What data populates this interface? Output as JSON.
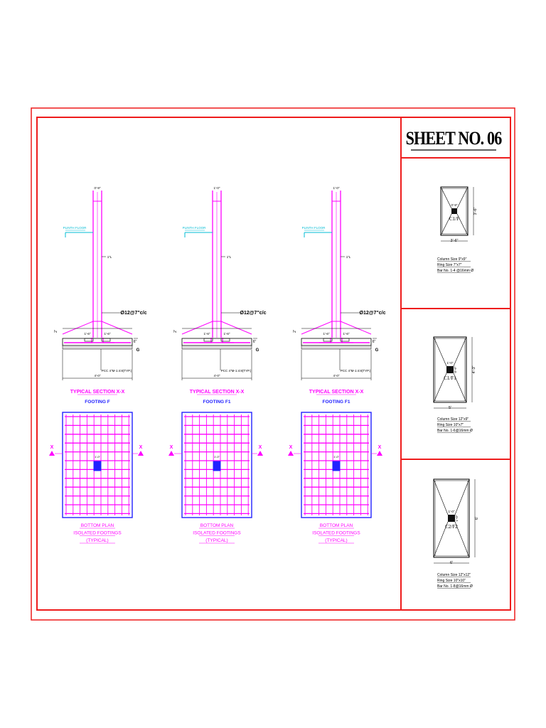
{
  "sheet": {
    "title": "SHEET NO. 06"
  },
  "footings": [
    {
      "id": "F",
      "floor_label": "PLINTH FLOOR",
      "col_top": "0'-9\"",
      "slope_note": "1\"L",
      "bar_note": "Ø12@7\"c/c",
      "dim_left": "1'-6\"",
      "dim_right": "1'-6\"",
      "depth_left": "2'",
      "depth_right": "6\"",
      "pcc_note": "PCC 4\"M-1:4:8(TYP.)",
      "base_width": "4'-0\"",
      "section_title": "TYPICAL SECTION X-X",
      "section_sub": "FOOTING F",
      "plan_title": [
        "BOTTOM PLAN",
        "ISOLATED FOOTINGS",
        "(TYPICAL)"
      ],
      "section_marker": "X",
      "col_mark": "1'-0\""
    },
    {
      "id": "F1",
      "floor_label": "PLINTH FLOOR",
      "col_top": "1'-0\"",
      "slope_note": "1\"L",
      "bar_note": "Ø12@7\"c/c",
      "dim_left": "1'-6\"",
      "dim_right": "1'-6\"",
      "depth_left": "2'",
      "depth_right": "6\"",
      "pcc_note": "PCC 4\"M-1:4:8(TYP.)",
      "base_width": "4'-0\"",
      "section_title": "TYPICAL SECTION X-X",
      "section_sub": "FOOTING F1",
      "plan_title": [
        "BOTTOM PLAN",
        "ISOLATED FOOTINGS",
        "(TYPICAL)"
      ],
      "section_marker": "X",
      "col_mark": "1'-0\""
    },
    {
      "id": "F1",
      "floor_label": "PLINTH FLOOR",
      "col_top": "1'-0\"",
      "slope_note": "1\"L",
      "bar_note": "Ø12@7\"c/c",
      "dim_left": "1'-6\"",
      "dim_right": "1'-6\"",
      "depth_left": "2'",
      "depth_right": "6\"",
      "pcc_note": "PCC 4\"M-1:4:8(TYP.)",
      "base_width": "4'-0\"",
      "section_title": "TYPICAL SECTION X-X",
      "section_sub": "FOOTING F1",
      "plan_title": [
        "BOTTOM PLAN",
        "ISOLATED FOOTINGS",
        "(TYPICAL)"
      ],
      "section_marker": "X",
      "col_mark": "1'-0\""
    }
  ],
  "schedule": [
    {
      "mark": "C1/F",
      "dim_top": "0'-9\"",
      "dim_side": "3'-6\"",
      "dim_bottom": "3'-6\"",
      "notes": [
        "Column Size 9\"x9\"",
        "Ring Size 7\"x7\"",
        "Bar No. 1-4 @16mm Ø"
      ]
    },
    {
      "mark": "C1/F1",
      "dim_top": "1'-0\"",
      "dim_side": "4'-3\"",
      "dim_bottom": "5'",
      "dim_inner": "0'-9\"",
      "notes": [
        "Column Size 12\"x9\"",
        "Ring Size 10\"x7\"",
        "Bar No. 1-6@16mm Ø"
      ]
    },
    {
      "mark": "C2/F2",
      "dim_top": "1'-0\"",
      "dim_side": "6'",
      "dim_bottom": "6'",
      "dim_inner": "1'-0\"",
      "notes": [
        "Column Size 12\"x12\"",
        "Ring Size 10\"x10\"",
        "Bar No. 1-8@16mm Ø"
      ]
    }
  ],
  "colors": {
    "border": "#ee1c1c",
    "magenta": "#ff00ff",
    "blue": "#2222ff",
    "cyan": "#00bcd4",
    "black": "#000000"
  }
}
